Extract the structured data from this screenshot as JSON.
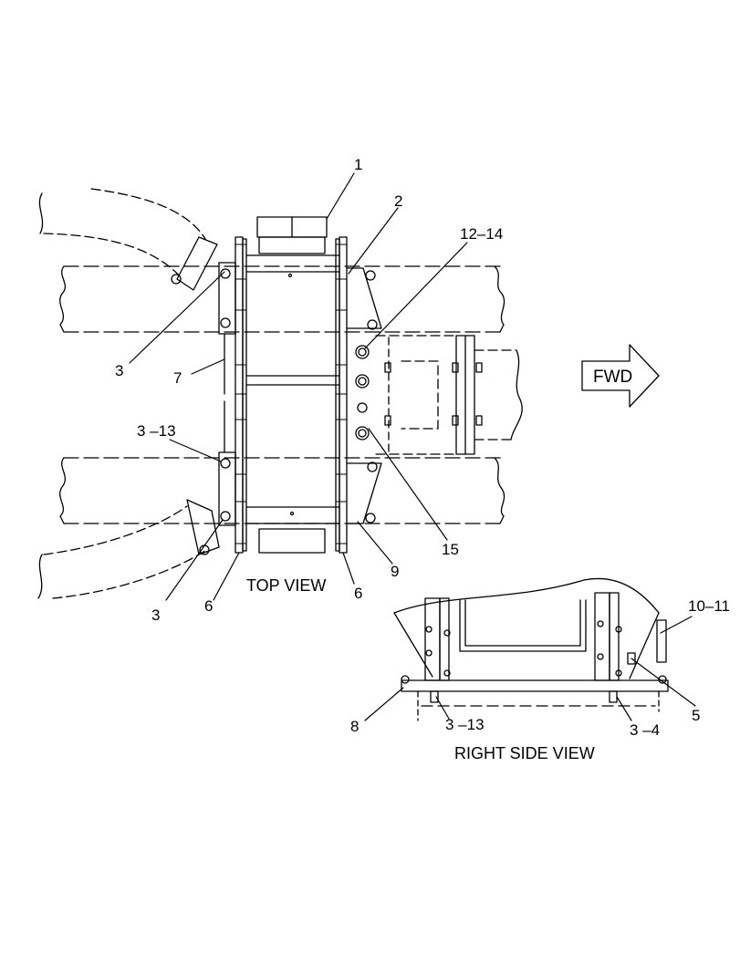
{
  "callouts": {
    "c1": "1",
    "c2": "2",
    "c12_14": "12–14",
    "c3_upper": "3",
    "c7": "7",
    "c3_13_top": "3 –13",
    "c15": "15",
    "c9": "9",
    "c3_lower": "3",
    "c6_left": "6",
    "c6_right": "6",
    "c10_11": "10–11",
    "c5": "5",
    "c8": "8",
    "c3_13_side": "3 –13",
    "c3_4": "3 –4"
  },
  "views": {
    "top_view": "TOP VIEW",
    "right_side_view": "RIGHT SIDE VIEW"
  },
  "direction": {
    "label": "FWD"
  }
}
